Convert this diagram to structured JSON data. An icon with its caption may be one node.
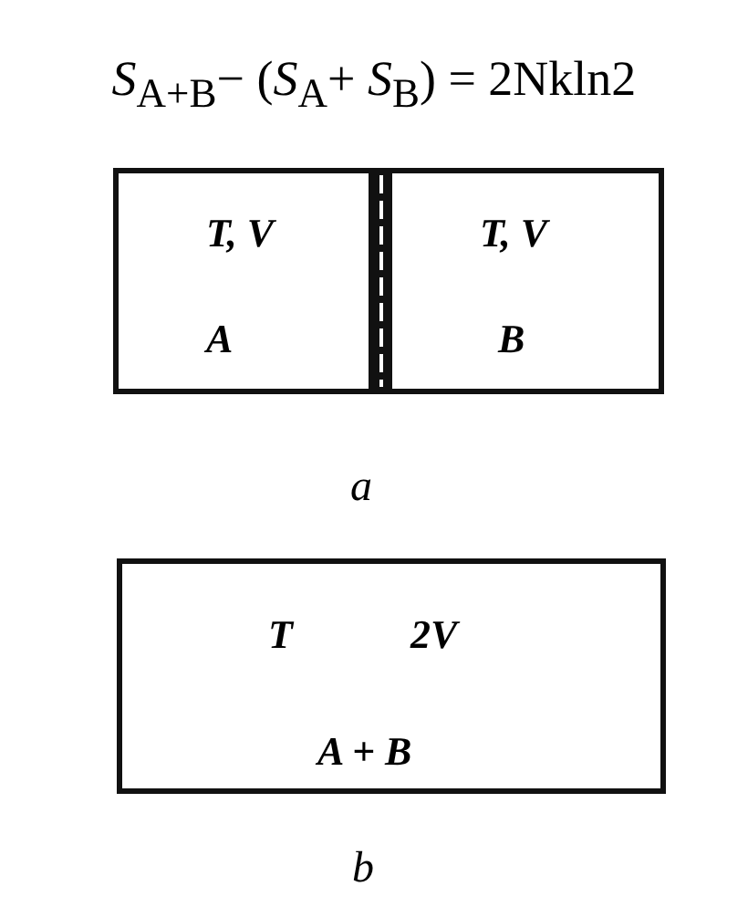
{
  "diagram": {
    "title": "*S*$_{A+B}$− (*S*$_{A}$+ *S*$_{B}$) = 2Nkln2",
    "nodes": [
      {
        "text": [
          "T, V",
          "A"
        ]
      },
      {
        "text": [
          "T, V",
          "B"
        ]
      },
      {
        "text": [
          "T",
          "2V",
          "A + B"
        ]
      }
    ],
    "labels": [
      "a",
      "b"
    ]
  }
}
